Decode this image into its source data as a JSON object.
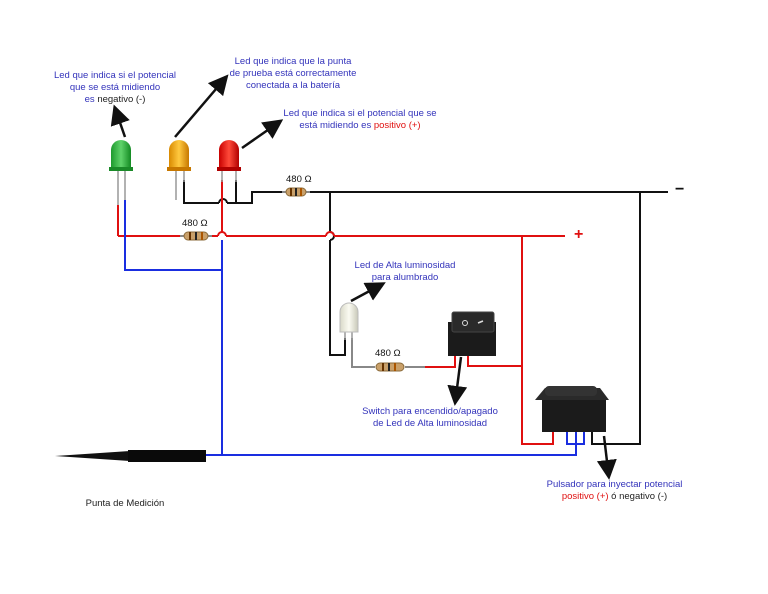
{
  "colors": {
    "positive_wire": "#e01010",
    "negative_wire": "#111111",
    "probe_wire": "#1a2ee0",
    "label_text": "#3333bb"
  },
  "labels": {
    "green_led": {
      "line1": "Led que indica si el potencial",
      "line2": "que se está midiendo",
      "line3_prefix": "es ",
      "line3_highlight": "negativo (-)"
    },
    "yellow_led": {
      "line1": "Led que indica que la punta",
      "line2": "de prueba está correctamente",
      "line3": "conectada a la batería"
    },
    "red_led": {
      "line1": "Led que indica si el potencial que se",
      "line2_prefix": "está midiendo es ",
      "line2_highlight": "positivo (+)"
    },
    "high_led": {
      "line1": "Led de Alta luminosidad",
      "line2": "para alumbrado"
    },
    "switch": {
      "line1": "Switch para encendido/apagado",
      "line2": "de Led de Alta luminosidad"
    },
    "pushbutton": {
      "line1": "Pulsador para inyectar potencial",
      "line2_red": "positivo (+)",
      "line2_rest": " ó negativo (-)"
    },
    "probe": "Punta de Medición"
  },
  "resistors": [
    "480 Ω",
    "480 Ω",
    "480 Ω"
  ],
  "terminals": {
    "negative": "−",
    "positive": "+"
  },
  "icons": [
    "led-green",
    "led-yellow",
    "led-red",
    "led-white",
    "rocker-switch",
    "rocker-pushbutton",
    "resistor",
    "probe"
  ]
}
